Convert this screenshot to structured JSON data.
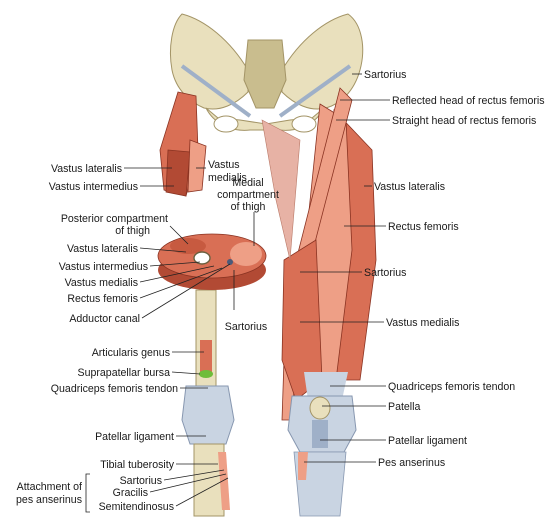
{
  "colors": {
    "bone": "#e9e0bd",
    "bone_shade": "#c9bd8e",
    "muscle": "#d96f55",
    "muscle_light": "#ee9f86",
    "muscle_dark": "#b24a34",
    "tendon": "#c9d4e2",
    "tendon_dark": "#9fb0c8",
    "bursa": "#6ebd3a"
  },
  "labels": {
    "sartorius_top": "Sartorius",
    "reflected_head": "Reflected head of rectus femoris",
    "straight_head": "Straight head of rectus femoris",
    "vastus_lateralis_right": "Vastus lateralis",
    "rectus_femoris_right": "Rectus femoris",
    "sartorius_right": "Sartorius",
    "vastus_medialis_right": "Vastus medialis",
    "quadriceps_tendon_right": "Quadriceps femoris tendon",
    "patella": "Patella",
    "patellar_ligament_right": "Patellar ligament",
    "pes_anserinus": "Pes anserinus",
    "vastus_lateralis_upper_left": "Vastus lateralis",
    "vastus_intermedius_upper_left": "Vastus intermedius",
    "vastus_medialis_upper_l1": "Vastus",
    "vastus_medialis_upper_l2": "medialis",
    "medial_comp_l1": "Medial",
    "medial_comp_l2": "compartment",
    "medial_comp_l3": "of thigh",
    "posterior_comp_l1": "Posterior compartment",
    "posterior_comp_l2": "of thigh",
    "vastus_lateralis_cs": "Vastus lateralis",
    "vastus_intermedius_cs": "Vastus intermedius",
    "vastus_medialis_cs": "Vastus medialis",
    "rectus_femoris_cs": "Rectus femoris",
    "adductor_canal": "Adductor canal",
    "sartorius_cs": "Sartorius",
    "articularis_genus": "Articularis genus",
    "suprapatellar_bursa": "Suprapatellar bursa",
    "quadriceps_tendon_left": "Quadriceps femoris tendon",
    "patellar_ligament_left": "Patellar ligament",
    "tibial_tuberosity": "Tibial tuberosity",
    "attachment_l1": "Attachment of",
    "attachment_l2": "pes anserinus",
    "sartorius_bottom": "Sartorius",
    "gracilis": "Gracilis",
    "semitendinosus": "Semitendinosus"
  }
}
